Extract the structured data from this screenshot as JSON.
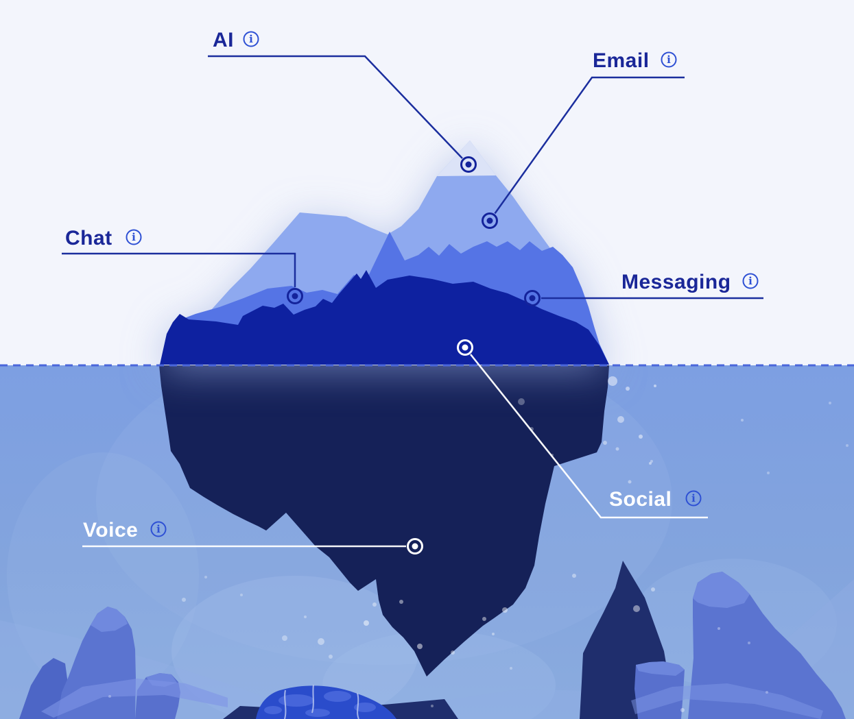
{
  "diagram": {
    "type": "iceberg-communication-channels",
    "channels": [
      {
        "id": "ai",
        "label": "AI",
        "position": "above-water",
        "layer": "tip"
      },
      {
        "id": "email",
        "label": "Email",
        "position": "above-water",
        "layer": "upper"
      },
      {
        "id": "chat",
        "label": "Chat",
        "position": "above-water",
        "layer": "middle"
      },
      {
        "id": "messaging",
        "label": "Messaging",
        "position": "above-water",
        "layer": "middle"
      },
      {
        "id": "social",
        "label": "Social",
        "position": "below-water",
        "layer": "submerged"
      },
      {
        "id": "voice",
        "label": "Voice",
        "position": "below-water",
        "layer": "submerged"
      }
    ]
  },
  "icons": {
    "info_glyph": "i"
  },
  "colors": {
    "above_water_background": "#F3F5FC",
    "water_top": "#7D9FE2",
    "water_bottom": "#8BACDF",
    "waterline_dash": "#4A66DB",
    "iceberg_tip": "#DCE3F7",
    "iceberg_light": "#8EA9EF",
    "iceberg_medium": "#5574E5",
    "iceberg_dark": "#0E21A0",
    "iceberg_submerged": "#152158",
    "label_navy": "#1A2798",
    "info_icon_blue": "#2E50D4",
    "label_white": "#FFFFFF",
    "rock_blue": "#5B74D0",
    "mound_blue": "#2A4CCB"
  }
}
